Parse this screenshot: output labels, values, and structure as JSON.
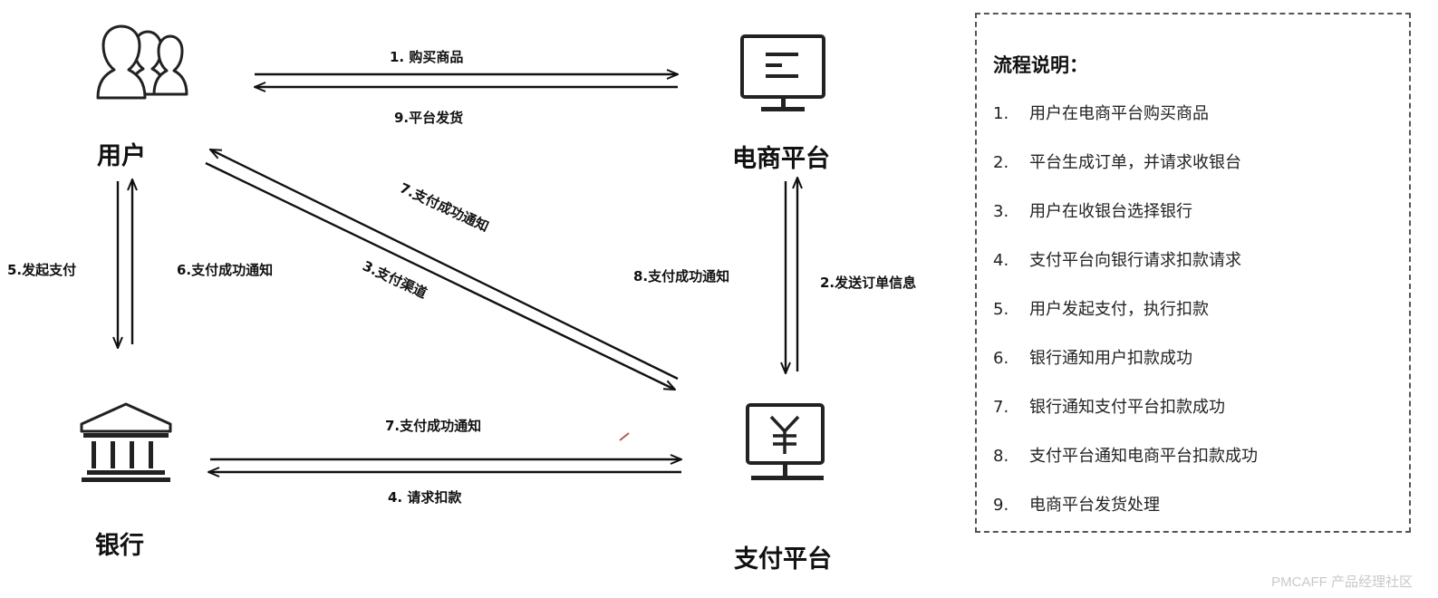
{
  "nodes": {
    "user": "用户",
    "ecommerce": "电商平台",
    "bank": "银行",
    "payment": "支付平台"
  },
  "edges": {
    "e1": "1. 购买商品",
    "e9": "9.平台发货",
    "e7a": "7.支付成功通知",
    "e3": "3.支付渠道",
    "e5": "5.发起支付",
    "e6": "6.支付成功通知",
    "e8": "8.支付成功通知",
    "e2": "2.发送订单信息",
    "e7b": "7.支付成功通知",
    "e4": "4. 请求扣款"
  },
  "legend": {
    "title": "流程说明：",
    "items": [
      {
        "num": "1.",
        "text": "用户在电商平台购买商品"
      },
      {
        "num": "2.",
        "text": "平台生成订单，并请求收银台"
      },
      {
        "num": "3.",
        "text": "用户在收银台选择银行"
      },
      {
        "num": "4.",
        "text": "支付平台向银行请求扣款请求"
      },
      {
        "num": "5.",
        "text": "用户发起支付，执行扣款"
      },
      {
        "num": "6.",
        "text": "银行通知用户扣款成功"
      },
      {
        "num": "7.",
        "text": "银行通知支付平台扣款成功"
      },
      {
        "num": "8.",
        "text": "支付平台通知电商平台扣款成功"
      },
      {
        "num": "9.",
        "text": "电商平台发货处理"
      }
    ]
  },
  "watermark": "PMCAFF 产品经理社区",
  "icons": {
    "user": "users-icon",
    "ecommerce": "monitor-icon",
    "bank": "bank-icon",
    "payment": "yuan-monitor-icon"
  }
}
